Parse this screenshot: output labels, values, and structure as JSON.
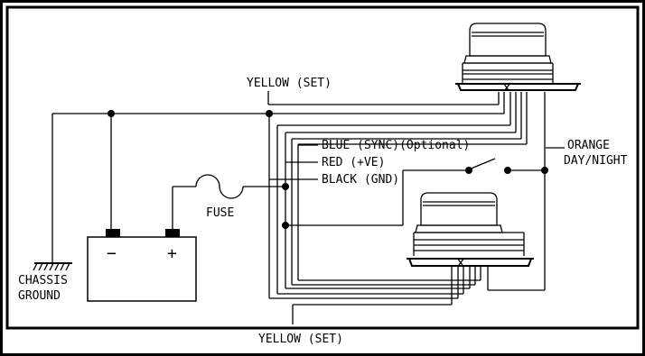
{
  "labels": {
    "yellow_set_top": "YELLOW (SET)",
    "yellow_set_bottom": "YELLOW (SET)",
    "blue": "BLUE (SYNC)(Optional)",
    "red": "RED (+VE)",
    "black": "BLACK (GND)",
    "orange": "ORANGE",
    "day_night": "DAY/NIGHT",
    "fuse": "FUSE",
    "chassis": "CHASSIS",
    "ground": "GROUND",
    "battery_negative": "−",
    "battery_positive": "+"
  }
}
